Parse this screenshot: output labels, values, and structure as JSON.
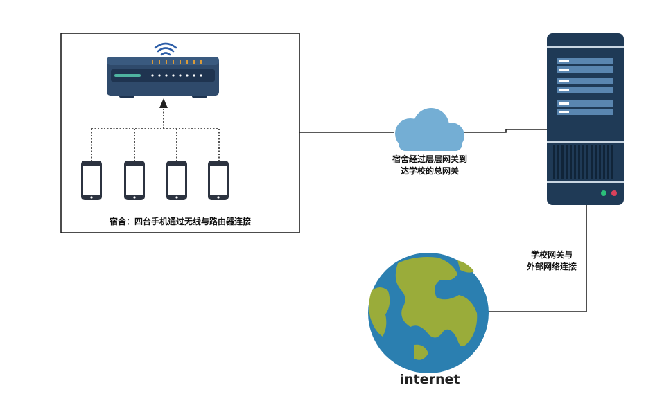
{
  "dorm": {
    "caption": "宿舍：四台手机通过无线与路由器连接",
    "phones": [
      "phone-1",
      "phone-2",
      "phone-3",
      "phone-4"
    ]
  },
  "cloud": {
    "caption_line1": "宿舍经过层层网关到",
    "caption_line2": "达学校的总网关"
  },
  "gateway": {
    "caption_line1": "学校网关与",
    "caption_line2": "外部网络连接"
  },
  "globe": {
    "caption": "internet"
  },
  "colors": {
    "router_body": "#2f4a6b",
    "router_dark": "#1f3450",
    "wifi": "#2d5ea8",
    "cloud": "#74aed4",
    "server_body": "#1f3a56",
    "ocean": "#2b7fb0",
    "land": "#9aac3a",
    "line": "#222222"
  }
}
